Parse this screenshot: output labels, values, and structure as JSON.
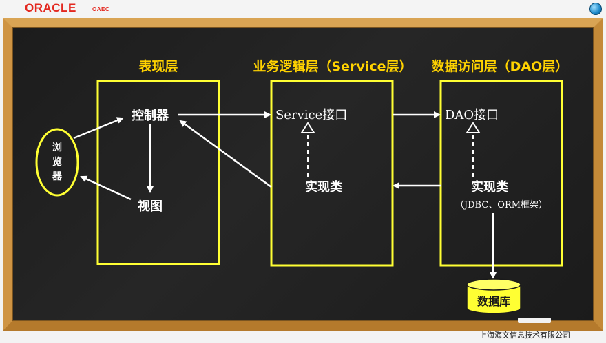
{
  "header": {
    "logo_text": "ORACLE",
    "logo_sub": "OAEC"
  },
  "layers": {
    "presentation": {
      "title": "表现层",
      "controller": "控制器",
      "view": "视图"
    },
    "service": {
      "title": "业务逻辑层（Service层）",
      "interface": "Service接口",
      "impl": "实现类"
    },
    "dao": {
      "title": "数据访问层（DAO层）",
      "interface": "DAO接口",
      "impl": "实现类",
      "impl_note": "（JDBC、ORM框架）"
    }
  },
  "browser": {
    "chars": [
      "浏",
      "览",
      "器"
    ]
  },
  "database": {
    "label": "数据库"
  },
  "footer": {
    "company": "上海海文信息技术有限公司"
  },
  "colors": {
    "board": "#1f1f1f",
    "frame": "#c98f3a",
    "box_border": "#ffff33",
    "heading": "#ffd200",
    "arrow": "#ffffff"
  }
}
